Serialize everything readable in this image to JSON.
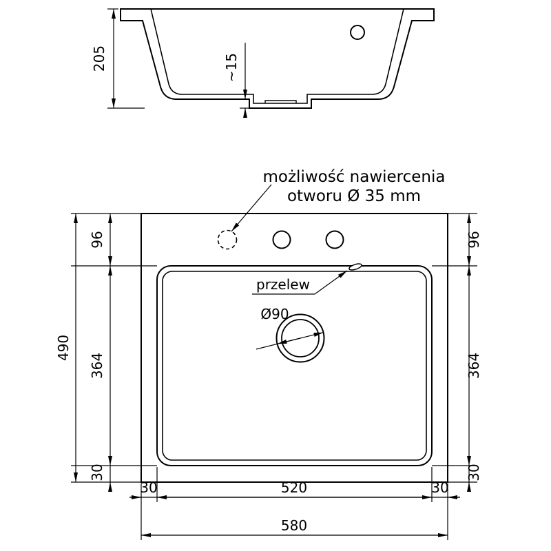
{
  "drawing": {
    "annotation_line1": "możliwość nawiercenia",
    "annotation_line2": "otworu Ø 35 mm",
    "overflow_label": "przelew",
    "drain_label": "Ø90"
  },
  "section": {
    "depth": "205",
    "recess": "~15"
  },
  "plan": {
    "total_height": "490",
    "left_top": "96",
    "left_bowl": "364",
    "left_bottom": "30",
    "right_top": "96",
    "right_bowl": "364",
    "right_bottom": "30",
    "bottom_left": "30",
    "bottom_bowl": "520",
    "bottom_right": "30",
    "total_width": "580"
  },
  "colors": {
    "line": "#000000",
    "background": "#ffffff"
  }
}
